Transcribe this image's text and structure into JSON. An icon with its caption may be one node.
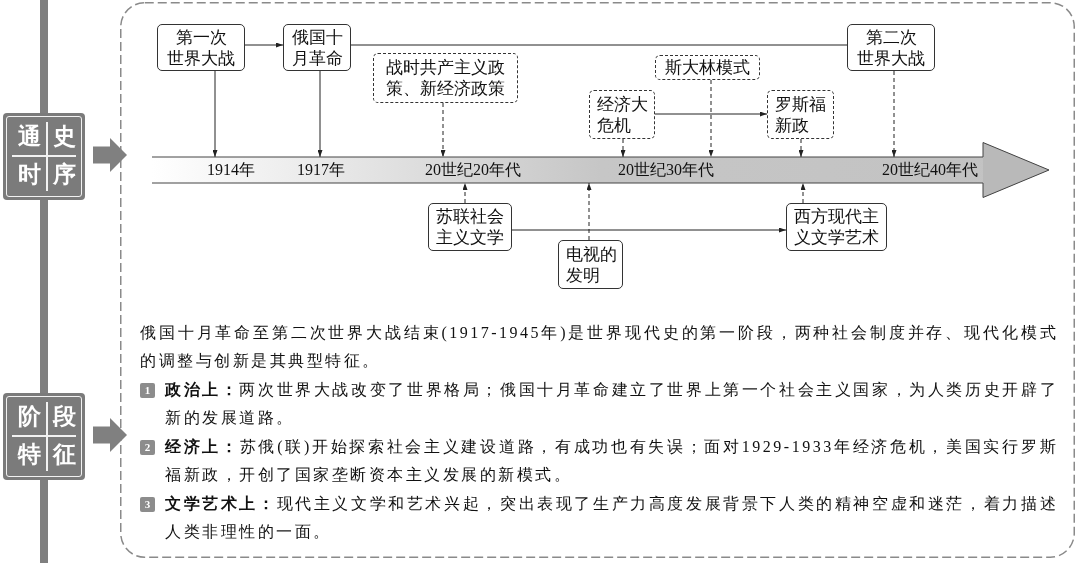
{
  "diagram": {
    "nodes": [
      {
        "text": [
          "通史时序"
        ]
      },
      {
        "text": [
          "阶段特征"
        ]
      },
      {
        "text": [],
        "shape": "box"
      },
      {
        "text": [
          "第一次世界大战"
        ],
        "in": 2
      },
      {
        "text": [
          "俄国十月革命"
        ],
        "in": 2
      },
      {
        "text": [
          "第二次世界大战"
        ],
        "in": 2
      },
      {
        "text": [
          "战时共产主义政策、新经济政策"
        ],
        "in": 2
      },
      {
        "text": [
          "斯大林模式"
        ],
        "in": 2
      },
      {
        "text": [
          "经济大危机"
        ],
        "in": 2
      },
      {
        "text": [
          "罗斯福新政"
        ],
        "in": 2
      },
      {
        "text": [
          "1914年",
          "1917年",
          "20世纪20年代",
          "20世纪30年代",
          "20世纪40年代"
        ],
        "in": 2
      },
      {
        "text": [
          "苏联社会主义文学"
        ],
        "in": 2
      },
      {
        "text": [
          "电视的发明"
        ],
        "in": 2
      },
      {
        "text": [
          "西方现代主义文学艺术"
        ],
        "in": 2
      }
    ],
    "edges": [
      {
        "from": 0,
        "to": 2,
        "arrow": "to",
        "style": "thick",
        "color": "#808080"
      },
      {
        "from": 1,
        "to": 2,
        "arrow": "to",
        "style": "thick",
        "color": "#808080"
      },
      {
        "from": 3,
        "to": 4,
        "arrow": "to"
      },
      {
        "from": 4,
        "to": 5,
        "arrow": "none"
      },
      {
        "from": 3,
        "to": 10,
        "arrow": "to"
      },
      {
        "from": 4,
        "to": 10,
        "arrow": "to"
      },
      {
        "from": 6,
        "to": 10,
        "arrow": "to",
        "style": "dashed"
      },
      {
        "from": 7,
        "to": 10,
        "arrow": "to",
        "style": "dashed"
      },
      {
        "from": 8,
        "to": 9,
        "arrow": "to"
      },
      {
        "from": 8,
        "to": 10,
        "arrow": "to",
        "style": "dashed"
      },
      {
        "from": 9,
        "to": 10,
        "arrow": "to",
        "style": "dashed"
      },
      {
        "from": 5,
        "to": 10,
        "arrow": "to",
        "style": "dashed"
      },
      {
        "from": 11,
        "to": 10,
        "arrow": "to",
        "style": "dashed"
      },
      {
        "from": 12,
        "to": 10,
        "arrow": "to",
        "style": "dashed"
      },
      {
        "from": 13,
        "to": 10,
        "arrow": "to",
        "style": "dashed"
      },
      {
        "from": 11,
        "to": 13,
        "arrow": "to"
      }
    ],
    "labels": [
      "俄国十月革命至第二次世界大战结束(1917-1945年)是世界现代史的第一阶段，两种社会制度并存、现代化模式的调整与创新是其典型特征。",
      "1",
      "**政治上：**两次世界大战改变了世界格局；俄国十月革命建立了世界上第一个社会主义国家，为人类历史开辟了新的发展道路。",
      "2",
      "**经济上：**苏俄(联)开始探索社会主义建设道路，有成功也有失误；面对1929-1933年经济危机，美国实行罗斯福新政，开创了国家垄断资本主义发展的新模式。",
      "3",
      "**文学艺术上：**现代主义文学和艺术兴起，突出表现了生产力高度发展背景下人类的精神空虚和迷茫，着力描述人类非理性的一面。"
    ]
  }
}
